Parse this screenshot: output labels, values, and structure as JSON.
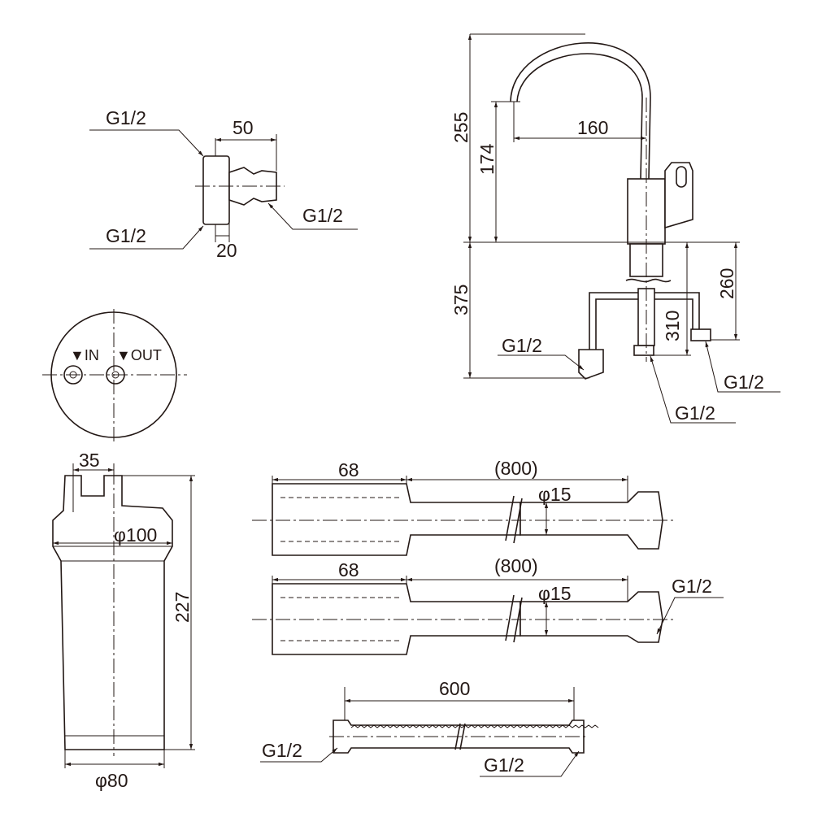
{
  "valve": {
    "inlet_top": "G1/2",
    "width_dim": "50",
    "outlet": "G1/2",
    "inlet_bottom": "G1/2",
    "offset_dim": "20"
  },
  "faucet": {
    "height_total": "255",
    "height_spout": "174",
    "reach": "160",
    "below_counter": "375",
    "dim_260": "260",
    "dim_310": "310",
    "conn_left": "G1/2",
    "conn_right": "G1/2",
    "conn_center": "G1/2"
  },
  "top_view": {
    "in_label": "▼IN",
    "out_label": "▼OUT"
  },
  "cartridge": {
    "port_spacing": "35",
    "head_diameter": "φ100",
    "height": "227",
    "body_diameter": "φ80"
  },
  "hose1": {
    "fitting_length": "68",
    "length": "(800)",
    "diameter": "φ15"
  },
  "hose2": {
    "fitting_length": "68",
    "length": "(800)",
    "diameter": "φ15",
    "connector": "G1/2"
  },
  "flex_hose": {
    "length": "600",
    "conn_left": "G1/2",
    "conn_right": "G1/2"
  }
}
